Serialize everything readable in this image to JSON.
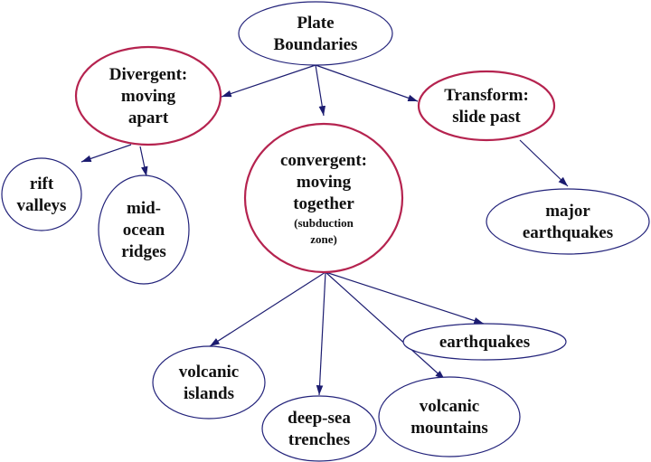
{
  "colors": {
    "red": "#b5234f",
    "blue": "#22227a",
    "arrow": "#1c1c70"
  },
  "nodes": [
    {
      "id": "plate-boundaries",
      "lines": [
        "Plate",
        "Boundaries"
      ],
      "style": "blue"
    },
    {
      "id": "divergent",
      "lines": [
        "Divergent:",
        "moving",
        "apart"
      ],
      "style": "red"
    },
    {
      "id": "transform",
      "lines": [
        "Transform:",
        "slide past"
      ],
      "style": "red"
    },
    {
      "id": "convergent",
      "lines": [
        "convergent:",
        "moving",
        "together"
      ],
      "sublines": [
        "(subduction",
        "zone)"
      ],
      "style": "red"
    },
    {
      "id": "rift-valleys",
      "lines": [
        "rift",
        "valleys"
      ],
      "style": "blue"
    },
    {
      "id": "mid-ocean-ridges",
      "lines": [
        "mid-",
        "ocean",
        "ridges"
      ],
      "style": "blue"
    },
    {
      "id": "major-earthquakes",
      "lines": [
        "major",
        "earthquakes"
      ],
      "style": "blue"
    },
    {
      "id": "earthquakes",
      "lines": [
        "earthquakes"
      ],
      "style": "blue"
    },
    {
      "id": "volcanic-islands",
      "lines": [
        "volcanic",
        "islands"
      ],
      "style": "blue"
    },
    {
      "id": "deep-sea-trenches",
      "lines": [
        "deep-sea",
        "trenches"
      ],
      "style": "blue"
    },
    {
      "id": "volcanic-mountains",
      "lines": [
        "volcanic",
        "mountains"
      ],
      "style": "blue"
    }
  ],
  "edges": [
    [
      "plate-boundaries",
      "divergent"
    ],
    [
      "plate-boundaries",
      "convergent"
    ],
    [
      "plate-boundaries",
      "transform"
    ],
    [
      "divergent",
      "rift-valleys"
    ],
    [
      "divergent",
      "mid-ocean-ridges"
    ],
    [
      "transform",
      "major-earthquakes"
    ],
    [
      "convergent",
      "volcanic-islands"
    ],
    [
      "convergent",
      "deep-sea-trenches"
    ],
    [
      "convergent",
      "volcanic-mountains"
    ],
    [
      "convergent",
      "earthquakes"
    ]
  ]
}
